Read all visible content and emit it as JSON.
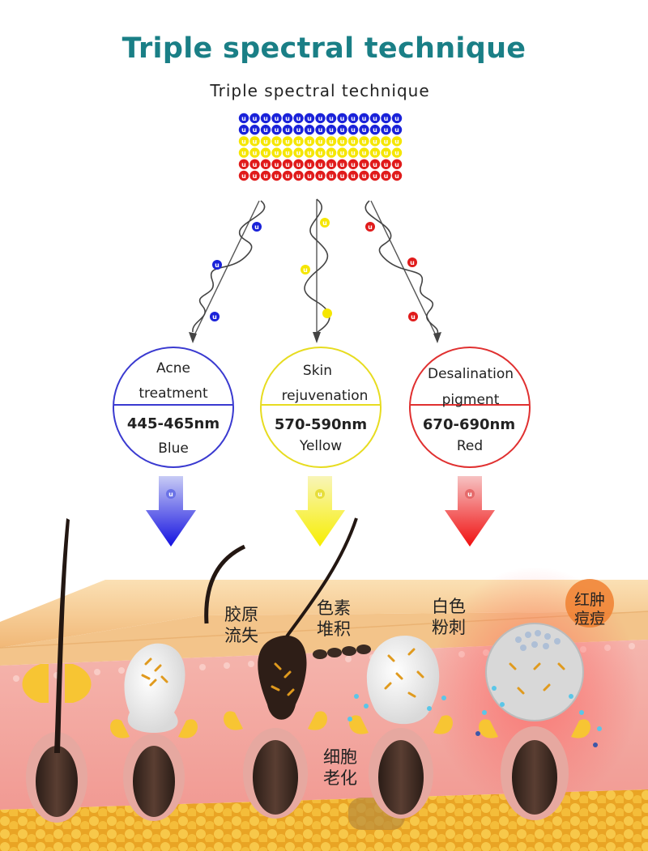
{
  "header": {
    "title": "Triple spectral technique",
    "subtitle": "Triple spectral technique"
  },
  "photon_glyph": "u",
  "bands": [
    {
      "treatment": "Acne",
      "treatment_2": "treatment",
      "wavelength": "445-465nm",
      "color_name": "Blue",
      "color": "#1a22d9"
    },
    {
      "treatment": "Skin",
      "treatment_2": "rejuvenation",
      "wavelength": "570-590nm",
      "color_name": "Yellow",
      "color": "#f5e600"
    },
    {
      "treatment": "Desalination",
      "treatment_2": "pigment",
      "wavelength": "670-690nm",
      "color_name": "Red",
      "color": "#e01b1b"
    }
  ],
  "skin_labels": [
    {
      "line1": "胶原",
      "line2": "流失"
    },
    {
      "line1": "色素",
      "line2": "堆积"
    },
    {
      "line1": "白色",
      "line2": "粉刺"
    },
    {
      "line1": "红肿",
      "line2": "痘痘"
    },
    {
      "line1": "细胞",
      "line2": "老化"
    }
  ],
  "colors": {
    "title": "#1a7f86",
    "skin_top": "#f6c98a",
    "dermis": "#f3a8a2",
    "fat": "#f1b52a",
    "follicle": "#4a3025"
  }
}
